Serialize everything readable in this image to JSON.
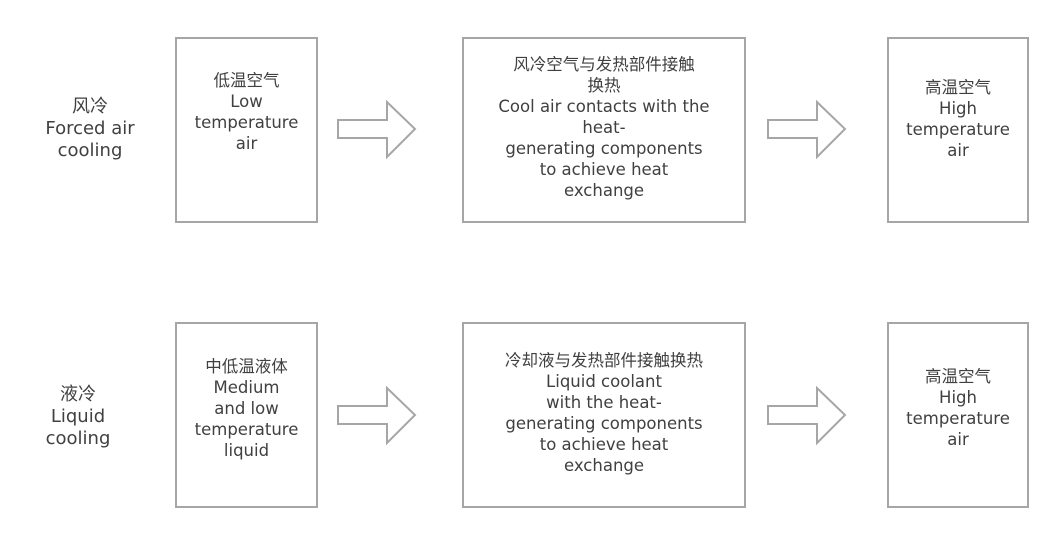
{
  "diagram": {
    "rows": [
      {
        "id": "air",
        "label": {
          "zh": "风冷",
          "en_lines": [
            "Forced air",
            "cooling"
          ]
        },
        "steps": [
          {
            "zh_lines": [
              "低温空气"
            ],
            "en_lines": [
              "Low",
              "temperature",
              "air"
            ]
          },
          {
            "zh_lines": [
              "风冷空气与发热部件接触",
              "换热"
            ],
            "en_lines": [
              "Cool air contacts with the",
              "heat-",
              "generating components",
              "to achieve heat",
              "exchange"
            ]
          },
          {
            "zh_lines": [
              "高温空气"
            ],
            "en_lines": [
              "High",
              "temperature",
              "air"
            ]
          }
        ],
        "arrows": [
          "right-arrow",
          "right-arrow"
        ]
      },
      {
        "id": "liquid",
        "label": {
          "zh": "液冷",
          "en_lines": [
            "Liquid",
            "cooling"
          ]
        },
        "steps": [
          {
            "zh_lines": [
              "中低温液体"
            ],
            "en_lines": [
              "Medium",
              "and low",
              "temperature",
              "liquid"
            ]
          },
          {
            "zh_lines": [
              "冷却液与发热部件接触换热"
            ],
            "en_lines": [
              "Liquid coolant",
              "with the heat-",
              "generating components",
              "to achieve heat",
              "exchange"
            ]
          },
          {
            "zh_lines": [
              "高温空气"
            ],
            "en_lines": [
              "High",
              "temperature",
              "air"
            ]
          }
        ],
        "arrows": [
          "right-arrow",
          "right-arrow"
        ]
      }
    ],
    "colors": {
      "border": "#a6a6a6",
      "text": "#404040",
      "background": "#ffffff"
    }
  }
}
